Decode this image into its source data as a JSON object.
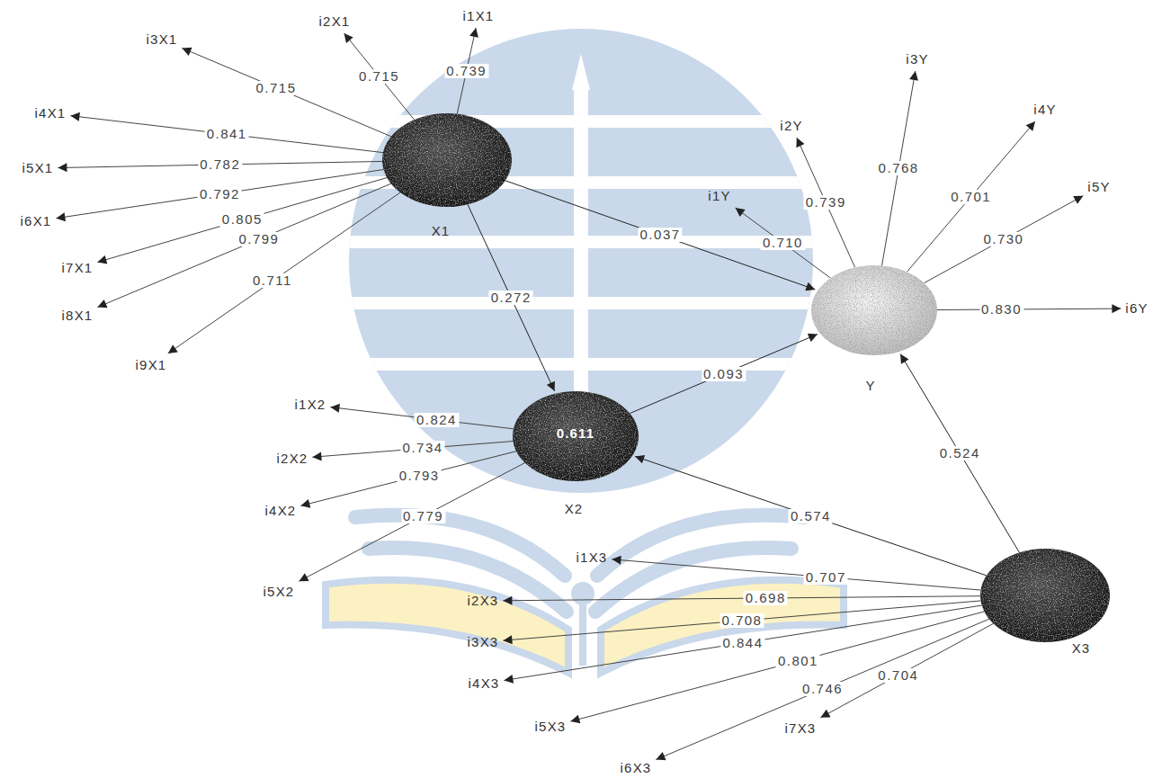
{
  "diagram": {
    "nodes": [
      {
        "text": [
          "X1"
        ]
      },
      {
        "text": [
          "Y"
        ]
      },
      {
        "text": [
          "0.611",
          "X2"
        ]
      },
      {
        "text": [
          "X3"
        ]
      },
      {
        "text": [
          "i1X1"
        ]
      },
      {
        "text": [
          "i2X1"
        ]
      },
      {
        "text": [
          "i3X1"
        ]
      },
      {
        "text": [
          "i4X1"
        ]
      },
      {
        "text": [
          "i5X1"
        ]
      },
      {
        "text": [
          "i6X1"
        ]
      },
      {
        "text": [
          "i7X1"
        ]
      },
      {
        "text": [
          "i8X1"
        ]
      },
      {
        "text": [
          "i9X1"
        ]
      },
      {
        "text": [
          "i1Y"
        ]
      },
      {
        "text": [
          "i2Y"
        ]
      },
      {
        "text": [
          "i3Y"
        ]
      },
      {
        "text": [
          "i4Y"
        ]
      },
      {
        "text": [
          "i5Y"
        ]
      },
      {
        "text": [
          "i6Y"
        ]
      },
      {
        "text": [
          "i1X2"
        ]
      },
      {
        "text": [
          "i2X2"
        ]
      },
      {
        "text": [
          "i4X2"
        ]
      },
      {
        "text": [
          "i5X2"
        ]
      },
      {
        "text": [
          "i1X3"
        ]
      },
      {
        "text": [
          "i2X3"
        ]
      },
      {
        "text": [
          "i3X3"
        ]
      },
      {
        "text": [
          "i4X3"
        ]
      },
      {
        "text": [
          "i5X3"
        ]
      },
      {
        "text": [
          "i6X3"
        ]
      },
      {
        "text": [
          "i7X3"
        ]
      }
    ],
    "edges": [
      {
        "from": 0,
        "to": 2,
        "label": "0.272",
        "arrow": "to"
      },
      {
        "from": 0,
        "to": 1,
        "label": "0.037",
        "arrow": "to"
      },
      {
        "from": 2,
        "to": 1,
        "label": "0.093",
        "arrow": "to"
      },
      {
        "from": 3,
        "to": 2,
        "label": "0.574",
        "arrow": "to"
      },
      {
        "from": 3,
        "to": 1,
        "label": "0.524",
        "arrow": "to"
      },
      {
        "from": 0,
        "to": 4,
        "label": "0.739",
        "arrow": "to"
      },
      {
        "from": 0,
        "to": 5,
        "label": "0.715",
        "arrow": "to"
      },
      {
        "from": 0,
        "to": 6,
        "label": "0.715",
        "arrow": "to"
      },
      {
        "from": 0,
        "to": 7,
        "label": "0.841",
        "arrow": "to"
      },
      {
        "from": 0,
        "to": 8,
        "label": "0.782",
        "arrow": "to"
      },
      {
        "from": 0,
        "to": 9,
        "label": "0.792",
        "arrow": "to"
      },
      {
        "from": 0,
        "to": 10,
        "label": "0.805",
        "arrow": "to"
      },
      {
        "from": 0,
        "to": 11,
        "label": "0.799",
        "arrow": "to"
      },
      {
        "from": 0,
        "to": 12,
        "label": "0.711",
        "arrow": "to"
      },
      {
        "from": 1,
        "to": 13,
        "label": "0.710",
        "arrow": "to"
      },
      {
        "from": 1,
        "to": 14,
        "label": "0.739",
        "arrow": "to"
      },
      {
        "from": 1,
        "to": 15,
        "label": "0.768",
        "arrow": "to"
      },
      {
        "from": 1,
        "to": 16,
        "label": "0.701",
        "arrow": "to"
      },
      {
        "from": 1,
        "to": 17,
        "label": "0.730",
        "arrow": "to"
      },
      {
        "from": 1,
        "to": 18,
        "label": "0.830",
        "arrow": "to"
      },
      {
        "from": 2,
        "to": 19,
        "label": "0.824",
        "arrow": "to"
      },
      {
        "from": 2,
        "to": 20,
        "label": "0.734",
        "arrow": "to"
      },
      {
        "from": 2,
        "to": 21,
        "label": "0.793",
        "arrow": "to"
      },
      {
        "from": 2,
        "to": 22,
        "label": "0.779",
        "arrow": "to"
      },
      {
        "from": 3,
        "to": 23,
        "label": "0.707",
        "arrow": "to"
      },
      {
        "from": 3,
        "to": 24,
        "label": "0.698",
        "arrow": "to"
      },
      {
        "from": 3,
        "to": 25,
        "label": "0.708",
        "arrow": "to"
      },
      {
        "from": 3,
        "to": 26,
        "label": "0.844",
        "arrow": "to"
      },
      {
        "from": 3,
        "to": 27,
        "label": "0.801",
        "arrow": "to"
      },
      {
        "from": 3,
        "to": 28,
        "label": "0.746",
        "arrow": "to"
      },
      {
        "from": 3,
        "to": 29,
        "label": "0.704",
        "arrow": "to"
      }
    ]
  }
}
